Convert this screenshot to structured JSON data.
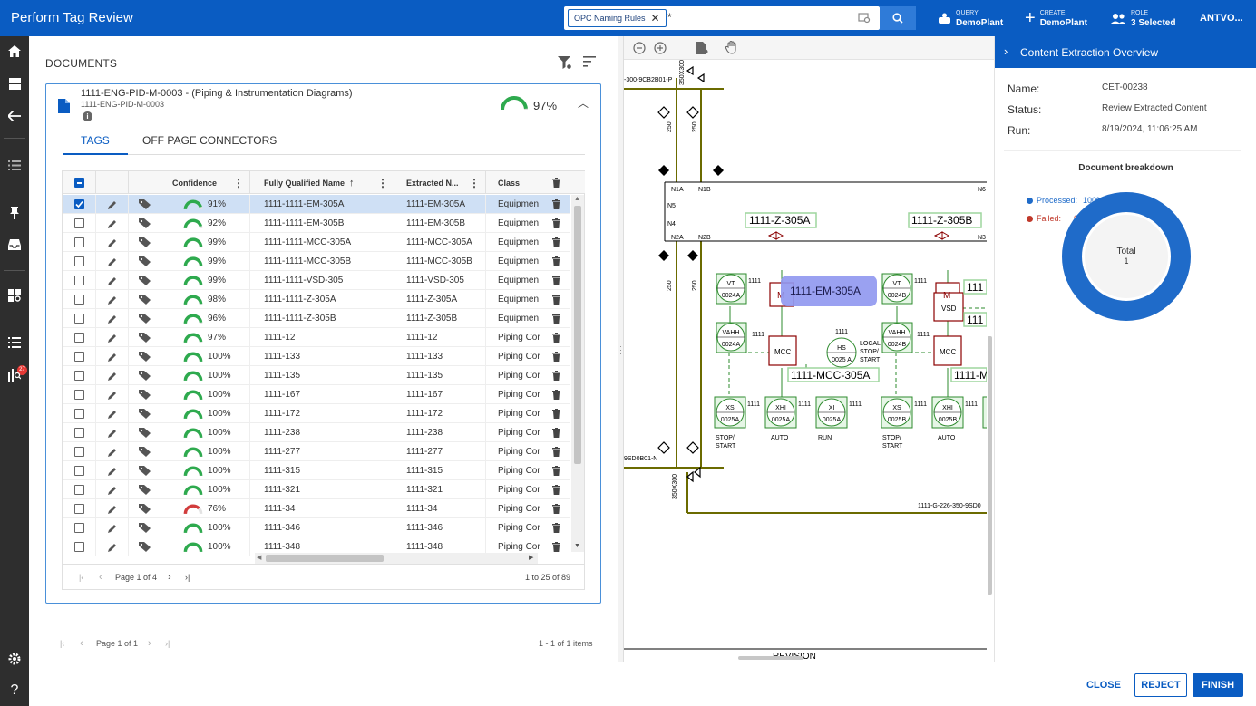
{
  "app": {
    "title": "Perform Tag Review"
  },
  "search": {
    "chip_label": "OPC Naming Rules",
    "query": "*"
  },
  "topbar": {
    "query": {
      "label": "QUERY",
      "value": "DemoPlant"
    },
    "create": {
      "label": "CREATE",
      "value": "DemoPlant"
    },
    "role": {
      "label": "ROLE",
      "value": "3 Selected"
    },
    "user": "ANTVO..."
  },
  "nav": {
    "badge_count": "27"
  },
  "documents": {
    "title": "DOCUMENTS",
    "card": {
      "title": "1111-ENG-PID-M-0003 - (Piping & Instrumentation Diagrams)",
      "subtitle": "1111-ENG-PID-M-0003",
      "confidence": 0.97,
      "confidence_text": "97%"
    },
    "tabs": [
      {
        "label": "TAGS"
      },
      {
        "label": "OFF PAGE CONNECTORS"
      }
    ],
    "columns": {
      "confidence": "Confidence",
      "fqn": "Fully Qualified Name",
      "extracted": "Extracted N...",
      "class": "Class"
    },
    "rows": [
      {
        "conf": "91%",
        "fqn": "1111-1111-EM-305A",
        "ext": "1111-EM-305A",
        "cls": "Equipmen",
        "level": 0.91,
        "selected": true
      },
      {
        "conf": "92%",
        "fqn": "1111-1111-EM-305B",
        "ext": "1111-EM-305B",
        "cls": "Equipmen",
        "level": 0.92
      },
      {
        "conf": "99%",
        "fqn": "1111-1111-MCC-305A",
        "ext": "1111-MCC-305A",
        "cls": "Equipmen",
        "level": 0.99
      },
      {
        "conf": "99%",
        "fqn": "1111-1111-MCC-305B",
        "ext": "1111-MCC-305B",
        "cls": "Equipmen",
        "level": 0.99
      },
      {
        "conf": "99%",
        "fqn": "1111-1111-VSD-305",
        "ext": "1111-VSD-305",
        "cls": "Equipmen",
        "level": 0.99
      },
      {
        "conf": "98%",
        "fqn": "1111-1111-Z-305A",
        "ext": "1111-Z-305A",
        "cls": "Equipmen",
        "level": 0.98
      },
      {
        "conf": "96%",
        "fqn": "1111-1111-Z-305B",
        "ext": "1111-Z-305B",
        "cls": "Equipmen",
        "level": 0.96
      },
      {
        "conf": "97%",
        "fqn": "1111-12",
        "ext": "1111-12",
        "cls": "Piping Cor",
        "level": 0.97
      },
      {
        "conf": "100%",
        "fqn": "1111-133",
        "ext": "1111-133",
        "cls": "Piping Cor",
        "level": 1.0
      },
      {
        "conf": "100%",
        "fqn": "1111-135",
        "ext": "1111-135",
        "cls": "Piping Cor",
        "level": 1.0
      },
      {
        "conf": "100%",
        "fqn": "1111-167",
        "ext": "1111-167",
        "cls": "Piping Cor",
        "level": 1.0
      },
      {
        "conf": "100%",
        "fqn": "1111-172",
        "ext": "1111-172",
        "cls": "Piping Cor",
        "level": 1.0
      },
      {
        "conf": "100%",
        "fqn": "1111-238",
        "ext": "1111-238",
        "cls": "Piping Cor",
        "level": 1.0
      },
      {
        "conf": "100%",
        "fqn": "1111-277",
        "ext": "1111-277",
        "cls": "Piping Cor",
        "level": 1.0
      },
      {
        "conf": "100%",
        "fqn": "1111-315",
        "ext": "1111-315",
        "cls": "Piping Cor",
        "level": 1.0
      },
      {
        "conf": "100%",
        "fqn": "1111-321",
        "ext": "1111-321",
        "cls": "Piping Cor",
        "level": 1.0
      },
      {
        "conf": "76%",
        "fqn": "1111-34",
        "ext": "1111-34",
        "cls": "Piping Cor",
        "level": 0.76,
        "low": true
      },
      {
        "conf": "100%",
        "fqn": "1111-346",
        "ext": "1111-346",
        "cls": "Piping Cor",
        "level": 1.0
      },
      {
        "conf": "100%",
        "fqn": "1111-348",
        "ext": "1111-348",
        "cls": "Piping Cor",
        "level": 1.0
      }
    ],
    "pager": {
      "page_text": "Page 1 of 4",
      "range": "1 to 25 of 89"
    },
    "outer_pager": {
      "page_text": "Page 1 of 1",
      "range": "1 - 1 of 1 items"
    }
  },
  "diagram": {
    "labels": {
      "z305a": "1111-Z-305A",
      "z305b": "1111-Z-305B",
      "em305a": "1111-EM-305A",
      "mcc305a": "1111-MCC-305A",
      "mcc305b": "1111-M",
      "revision": "REVISION",
      "pipe_top": "-300-9CB2B01-P",
      "pipe_bot": "9SD0B01-N",
      "pipe_right": "1111-G-226-350-9SD0",
      "size_350x300": "350X300",
      "size_250": "250",
      "n1a": "N1A",
      "n1b": "N1B",
      "n5": "N5",
      "n4": "N4",
      "n2a": "N2A",
      "n2b": "N2B",
      "n6": "N6",
      "n3": "N3",
      "local": "LOCAL",
      "stop_start": "STOP/",
      "start": "START",
      "auto": "AUTO",
      "run": "RUN",
      "n1111": "1111",
      "vt": "VT",
      "vahh": "VAHH",
      "vsd": "VSD",
      "mcc": "MCC",
      "hs": "HS",
      "xs": "XS",
      "xhi": "XHI",
      "xi": "XI",
      "t0024a": "0024A",
      "t0024b": "0024B",
      "t0025a": "0025A",
      "t0025b": "0025B",
      "t0025a2": "0025 A",
      "t111": "111",
      "m": "M"
    }
  },
  "panel": {
    "title": "Content Extraction Overview",
    "name_label": "Name:",
    "name": "CET-00238",
    "status_label": "Status:",
    "status": "Review Extracted Content",
    "run_label": "Run:",
    "run": "8/19/2024, 11:06:25 AM",
    "breakdown_title": "Document breakdown",
    "processed_label": "Processed:",
    "processed": "100%",
    "failed_label": "Failed:",
    "failed": "0%",
    "total_label": "Total",
    "total": "1",
    "processed_fraction": 1.0,
    "colors": {
      "processed": "#1f6bc9",
      "failed": "#c0392b"
    }
  },
  "actions": {
    "close": "CLOSE",
    "reject": "REJECT",
    "finish": "FINISH"
  }
}
